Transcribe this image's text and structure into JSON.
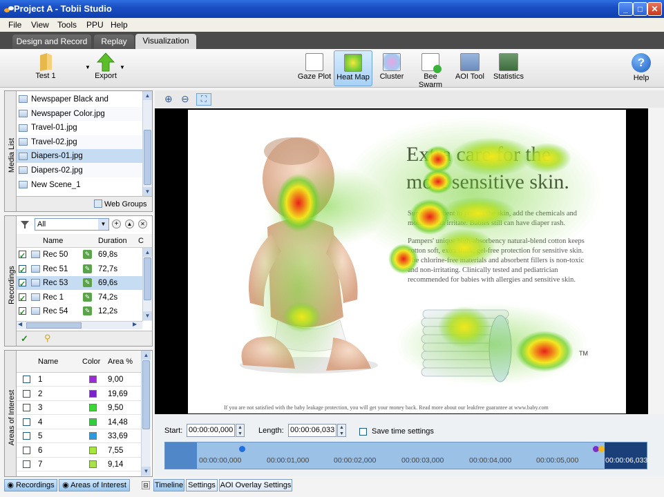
{
  "window": {
    "title": "Project A - Tobii Studio",
    "minimize": "_",
    "maximize": "□",
    "close": "✕"
  },
  "menu": [
    "File",
    "View",
    "Tools",
    "PPU",
    "Help"
  ],
  "tabs": [
    {
      "label": "Design and Record",
      "active": false
    },
    {
      "label": "Replay",
      "active": false
    },
    {
      "label": "Visualization",
      "active": true
    }
  ],
  "toolbar": {
    "test_label": "Test 1",
    "export_label": "Export",
    "tools": [
      {
        "label": "Gaze Plot",
        "icon": "gaze-plot-icon",
        "active": false
      },
      {
        "label": "Heat Map",
        "icon": "heat-map-icon",
        "active": true
      },
      {
        "label": "Cluster",
        "icon": "cluster-icon",
        "active": false
      },
      {
        "label": "Bee Swarm",
        "icon": "bee-swarm-icon",
        "active": false
      },
      {
        "label": "AOI Tool",
        "icon": "aoi-tool-icon",
        "active": false
      },
      {
        "label": "Statistics",
        "icon": "statistics-icon",
        "active": false
      }
    ],
    "help_label": "Help",
    "help_glyph": "?"
  },
  "media_list": {
    "side_label": "Media List",
    "items": [
      {
        "name": "Newspaper Black and White.jpg",
        "selected": false
      },
      {
        "name": "Newspaper Color.jpg",
        "selected": false
      },
      {
        "name": "Travel-01.jpg",
        "selected": false
      },
      {
        "name": "Travel-02.jpg",
        "selected": false
      },
      {
        "name": "Diapers-01.jpg",
        "selected": true
      },
      {
        "name": "Diapers-02.jpg",
        "selected": false
      },
      {
        "name": "New Scene_1",
        "selected": false
      }
    ],
    "web_groups": "Web Groups"
  },
  "recordings": {
    "side_label": "Recordings",
    "filter_value": "All",
    "columns": [
      "Name",
      "Duration",
      "C"
    ],
    "rows": [
      {
        "name": "Rec 50",
        "duration": "69,8s",
        "checked": true,
        "selected": false
      },
      {
        "name": "Rec 51",
        "duration": "72,7s",
        "checked": true,
        "selected": false
      },
      {
        "name": "Rec 53",
        "duration": "69,6s",
        "checked": true,
        "selected": true
      },
      {
        "name": "Rec 1",
        "duration": "74,2s",
        "checked": true,
        "selected": false
      },
      {
        "name": "Rec 54",
        "duration": "12,2s",
        "checked": true,
        "selected": false
      }
    ]
  },
  "aoi": {
    "side_label": "Areas of Interest",
    "columns": [
      "Name",
      "Color",
      "Area %"
    ],
    "rows": [
      {
        "name": "1",
        "color": "#9b2bd6",
        "area": "9,00"
      },
      {
        "name": "2",
        "color": "#7b22c8",
        "area": "19,69"
      },
      {
        "name": "3",
        "color": "#3dd63a",
        "area": "9,50"
      },
      {
        "name": "4",
        "color": "#2ecf3a",
        "area": "14,48"
      },
      {
        "name": "5",
        "color": "#2a9be0",
        "area": "33,69"
      },
      {
        "name": "6",
        "color": "#a8e63a",
        "area": "7,55"
      },
      {
        "name": "7",
        "color": "#a6e34a",
        "area": "9,14"
      }
    ]
  },
  "bottom_tabs_left": [
    {
      "label": "Recordings",
      "active": true
    },
    {
      "label": "Areas of Interest",
      "active": true
    }
  ],
  "bottom_tabs_right": [
    {
      "label": "Timeline",
      "active": true
    },
    {
      "label": "Settings",
      "active": false
    },
    {
      "label": "AOI Overlay Settings",
      "active": false
    }
  ],
  "stimulus": {
    "headline_1": "Extra care for the",
    "headline_2": "most sensitive skin.",
    "paragraph_1": "Super-absorbent to protect the skin, add the chemicals and moisture can irritate. Babies still can have diaper rash.",
    "paragraph_2": "Pampers' unique high-absorbency natural-blend cotton keeps cotton soft, extra thick, gel-free protection for sensitive skin. The chlorine-free materials and absorbent fillers is non-toxic and non-irritating. Clinically tested and pediatrician recommended for babies with allergies and sensitive skin.",
    "trademark": "TM",
    "footer": "If you are not satisfied with the baby leakage protection, you will get your money back. Read more about our leakfree guarantee at www.baby.com"
  },
  "time_controls": {
    "start_label": "Start:",
    "start_value": "00:00:00,000",
    "length_label": "Length:",
    "length_value": "00:00:06,033",
    "save_label": "Save time settings",
    "save_checked": false
  },
  "timeline": {
    "ticks": [
      "00:00:00,000",
      "00:00:01,000",
      "00:00:02,000",
      "00:00:03,000",
      "00:00:04,000",
      "00:00:05,000"
    ],
    "end_label": "00:00:06,033"
  },
  "colors": {
    "heat_red": "#e8201a",
    "heat_yellow": "#f2e81a",
    "heat_green": "#6fcf2a",
    "selection": "#c6dcf3"
  }
}
